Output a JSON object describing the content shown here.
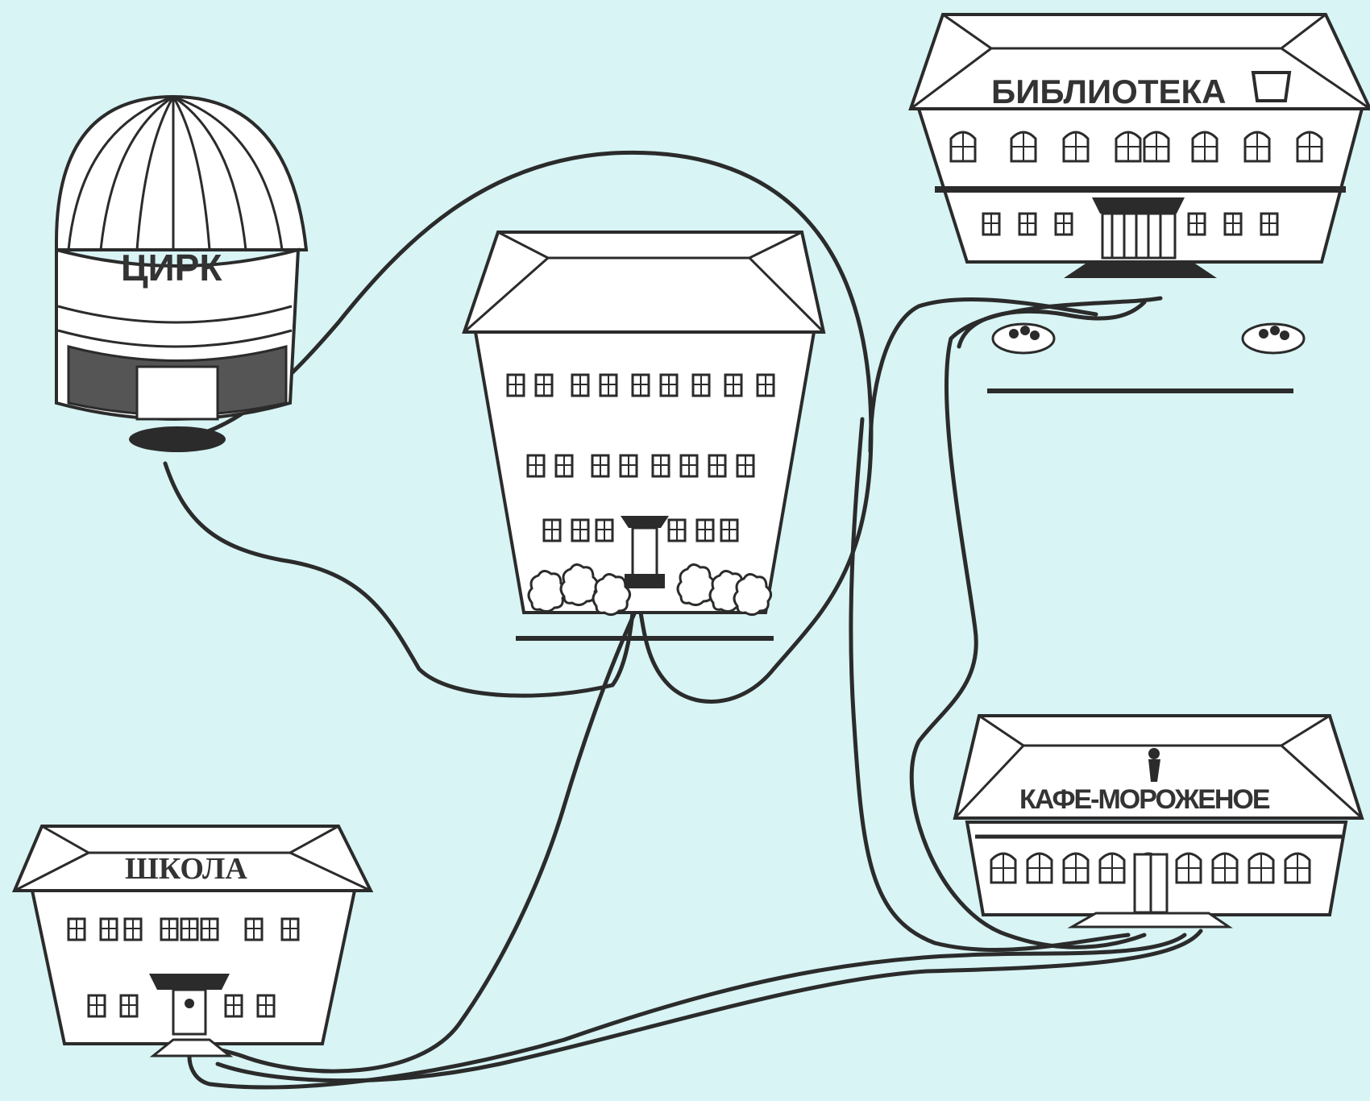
{
  "labels": {
    "circus": "ЦИРК",
    "library": "БИБЛИОТЕКА",
    "cafe": "КАФЕ-МОРОЖЕНОЕ",
    "school": "ШКОЛА"
  },
  "colors": {
    "background": "#d8f4f4",
    "ink": "#2b2b2b"
  }
}
